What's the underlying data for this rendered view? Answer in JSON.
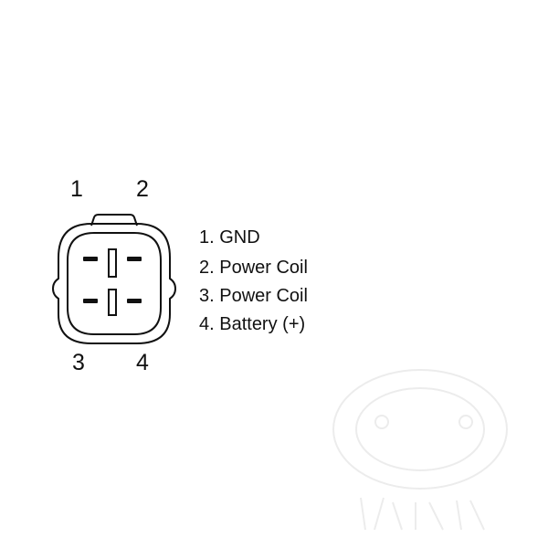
{
  "pins": {
    "p1": "1",
    "p2": "2",
    "p3": "3",
    "p4": "4"
  },
  "legend": [
    {
      "text": "1. GND"
    },
    {
      "text": "2. Power Coil"
    },
    {
      "text": "3. Power Coil"
    },
    {
      "text": "4. Battery (+)"
    }
  ],
  "colors": {
    "line": "#111111",
    "background": "#ffffff",
    "watermark": "#ececec"
  }
}
